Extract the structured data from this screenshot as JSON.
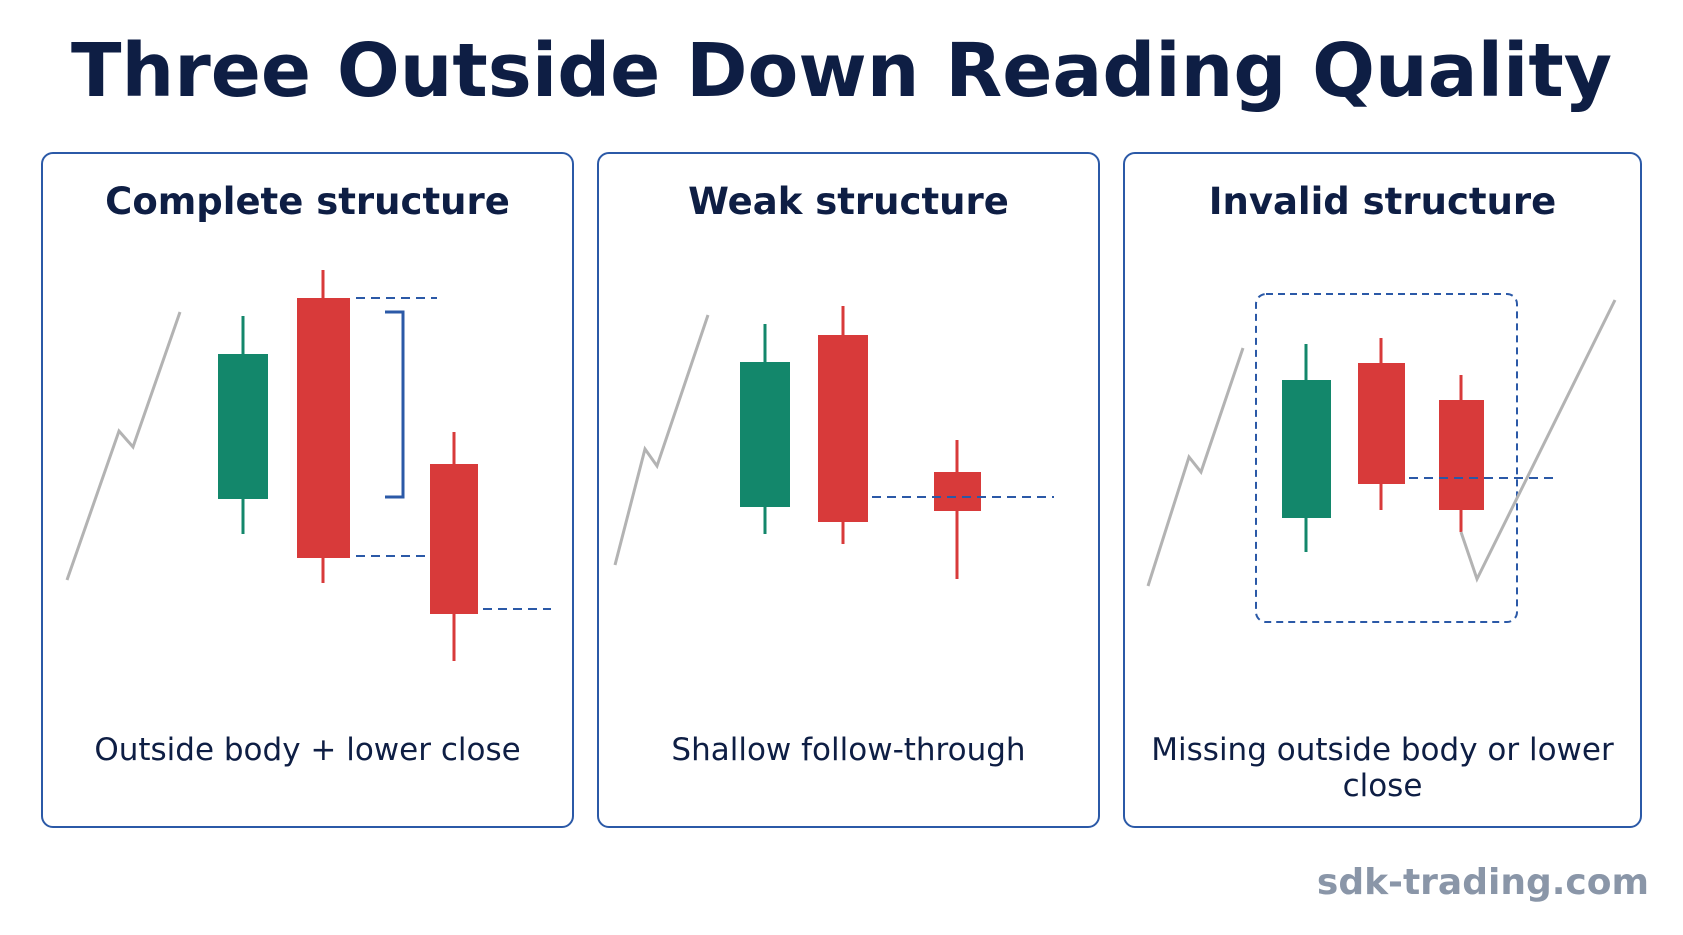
{
  "title": "Three Outside Down Reading Quality",
  "colors": {
    "bullish": "#13876b",
    "bearish": "#d83a3a",
    "trend": "#b3b3b3",
    "guide": "#2b59a7",
    "border": "#2b59a7",
    "text": "#0e1e44"
  },
  "panels": [
    {
      "title": "Complete structure",
      "caption": "Outside body + lower close"
    },
    {
      "title": "Weak structure",
      "caption": "Shallow follow-through"
    },
    {
      "title": "Invalid structure",
      "caption": "Missing outside body or lower close"
    }
  ],
  "watermark": "sdk-trading.com"
}
